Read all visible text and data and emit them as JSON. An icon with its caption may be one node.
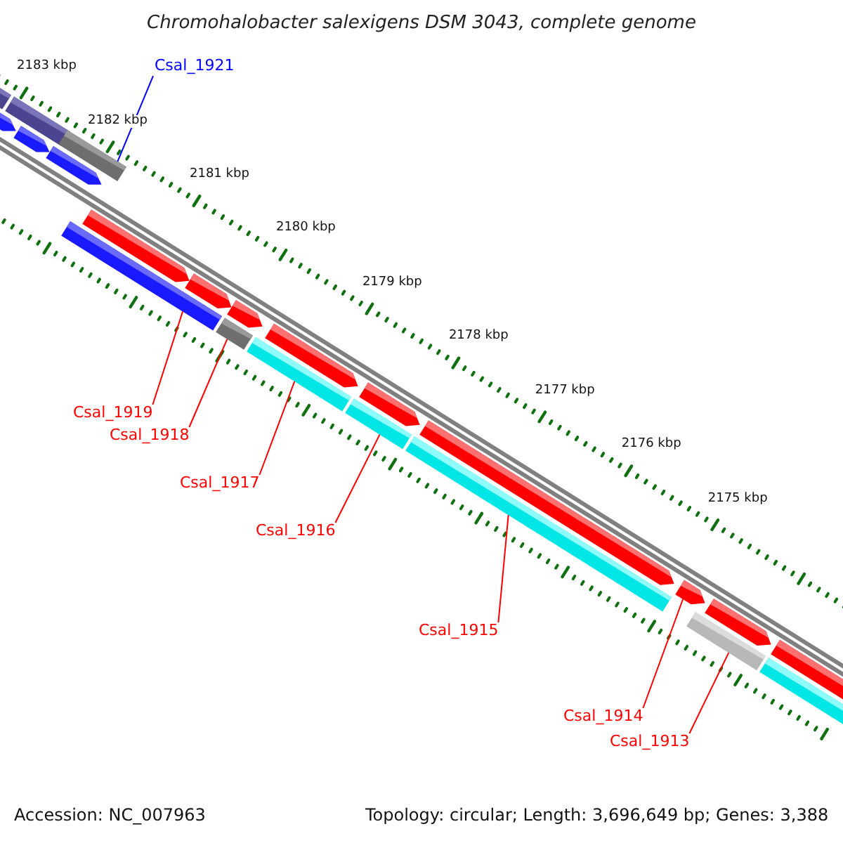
{
  "diagram": {
    "title": "Chromohalobacter salexigens DSM 3043, complete genome",
    "nodes": [
      {
        "text": [
          "Csal_1921"
        ]
      },
      {
        "text": [],
        "shape": "bar"
      },
      {
        "text": [
          "Csal_1919"
        ]
      },
      {
        "text": [],
        "shape": "bar"
      },
      {
        "text": [
          "Csal_1918"
        ]
      },
      {
        "text": [],
        "shape": "bar"
      },
      {
        "text": [
          "Csal_1917"
        ]
      },
      {
        "text": [],
        "shape": "bar"
      },
      {
        "text": [
          "Csal_1916"
        ]
      },
      {
        "text": [],
        "shape": "bar"
      },
      {
        "text": [
          "Csal_1915"
        ]
      },
      {
        "text": [],
        "shape": "bar"
      },
      {
        "text": [
          "Csal_1914"
        ]
      },
      {
        "text": [],
        "shape": "bar"
      },
      {
        "text": [
          "Csal_1913"
        ]
      },
      {
        "text": [],
        "shape": "bar"
      }
    ],
    "edges": [
      {
        "from": 0,
        "to": 1,
        "arrow": "none",
        "color": "#0000ff"
      },
      {
        "from": 2,
        "to": 3,
        "arrow": "none"
      },
      {
        "from": 4,
        "to": 5,
        "arrow": "none"
      },
      {
        "from": 6,
        "to": 7,
        "arrow": "none"
      },
      {
        "from": 8,
        "to": 9,
        "arrow": "none"
      },
      {
        "from": 10,
        "to": 11,
        "arrow": "none"
      },
      {
        "from": 12,
        "to": 13,
        "arrow": "none"
      },
      {
        "from": 14,
        "to": 15,
        "arrow": "none"
      }
    ],
    "labels": [
      "2183 kbp",
      "2182 kbp",
      "2181 kbp",
      "2180 kbp",
      "2179 kbp",
      "2178 kbp",
      "2177 kbp",
      "2176 kbp",
      "2175 kbp",
      "Accession: NC_007963",
      "Topology: circular; Length: 3,696,649 bp; Genes: 3,388"
    ]
  }
}
